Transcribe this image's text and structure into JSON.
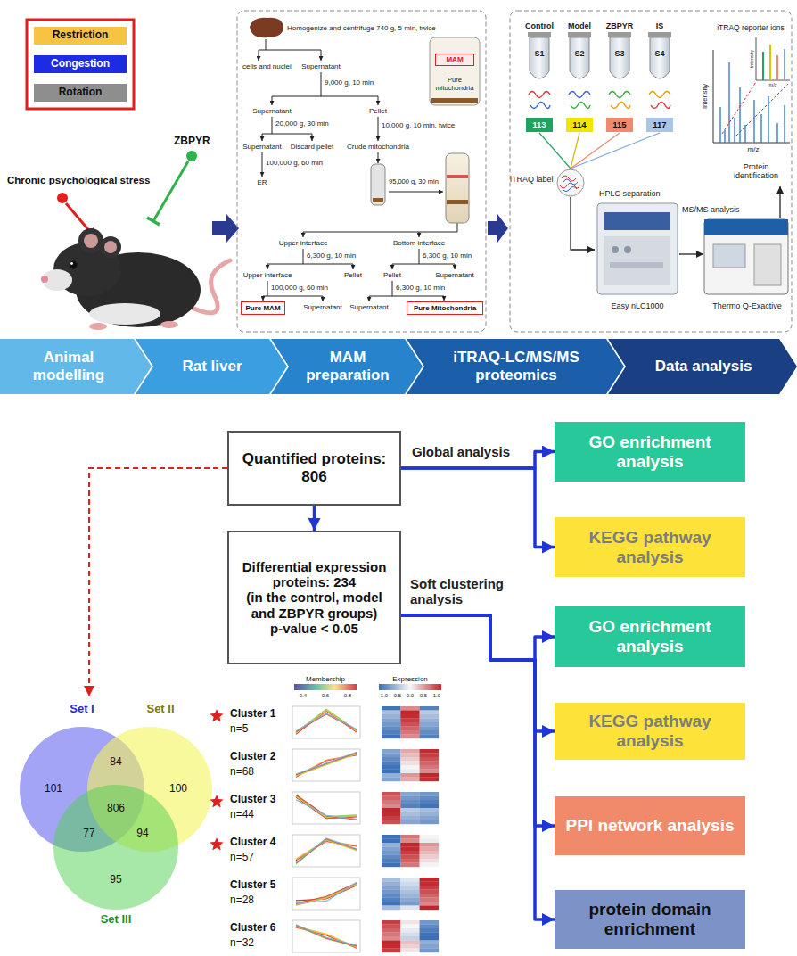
{
  "diagram": {
    "nodes": [
      {
        "text": [
          "Restriction"
        ]
      },
      {
        "text": [
          "Congestion"
        ]
      },
      {
        "text": [
          "Rotation"
        ]
      },
      {
        "text": [
          "MAM"
        ]
      },
      {
        "text": [
          "Pure MAM"
        ]
      },
      {
        "text": [
          "Pure Mitochondria"
        ]
      },
      {
        "text": [
          "113"
        ]
      },
      {
        "text": [
          "114"
        ]
      },
      {
        "text": [
          "115"
        ]
      },
      {
        "text": [
          "117"
        ]
      },
      {
        "text": [
          "Animal modelling"
        ]
      },
      {
        "text": [
          "Rat liver"
        ]
      },
      {
        "text": [
          "MAM preparation"
        ]
      },
      {
        "text": [
          "iTRAQ-LC/MS/MS proteomics"
        ]
      },
      {
        "text": [
          "Data analysis"
        ]
      },
      {
        "text": [
          "Quantified proteins: 806"
        ]
      },
      {
        "text": [
          "GO enrichment analysis"
        ]
      },
      {
        "text": [
          "KEGG pathway analysis"
        ]
      },
      {
        "text": [
          "Differential expression proteins: 234",
          "(in the control, model and ZBPYR groups)",
          "p-value < 0.05"
        ]
      },
      {
        "text": [
          "GO enrichment analysis"
        ]
      },
      {
        "text": [
          "KEGG pathway analysis"
        ]
      },
      {
        "text": [
          "PPI network analysis"
        ]
      },
      {
        "text": [
          "protein domain enrichment"
        ]
      }
    ],
    "edges": [
      {
        "from": 15,
        "to": 18,
        "arrow": "to"
      },
      {
        "from": 15,
        "to": 16,
        "arrow": "to"
      },
      {
        "from": 15,
        "to": 17,
        "arrow": "to"
      },
      {
        "from": 18,
        "to": 19,
        "arrow": "to"
      },
      {
        "from": 18,
        "to": 20,
        "arrow": "to"
      },
      {
        "from": 18,
        "to": 21,
        "arrow": "to"
      },
      {
        "from": 18,
        "to": 22,
        "arrow": "to"
      }
    ],
    "labels": [
      "Chronic psychological stress",
      "ZBPYR",
      "Homogenize and centrifuge 740 g, 5 min, twice",
      "cells and nuclei",
      "Supernatant",
      "9,000 g, 10 min",
      "Supernatant",
      "Pellet",
      "20,000 g, 30 min",
      "10,000 g, 10 min, twice",
      "Supernatant",
      "Discard pellet",
      "Crude mitochondria",
      "100,000 g, 60 min",
      "95,000 g, 30 min",
      "ER",
      "Pure mitochondria",
      "Upper interface",
      "Bottom interface",
      "6,300 g, 10 min",
      "6,300 g, 10 min",
      "Upper interface",
      "Pellet",
      "Pellet",
      "Supernatant",
      "100,000 g, 60 min",
      "6,300 g, 10 min",
      "Supernatant",
      "Supernatant",
      "Control",
      "Model",
      "ZBPYR",
      "IS",
      "S1",
      "S2",
      "S3",
      "S4",
      "iTRAQ label",
      "HPLC separation",
      "Easy nLC1000",
      "MS/MS analysis",
      "Thermo Q-Exactive",
      "Protein identification",
      "iTRAQ reporter ions",
      "Intensity",
      "m/z",
      "Intensity",
      "m/z",
      "Global analysis",
      "Soft clustering analysis",
      "Set I",
      "Set II",
      "Set III",
      "101",
      "84",
      "100",
      "77",
      "806",
      "94",
      "95",
      "Membership",
      "0.4",
      "0.6",
      "0.8",
      "Expression",
      "-1.0",
      "-0.5",
      "0.0",
      "0.5",
      "1.0",
      "Cluster 1",
      "n=5",
      "Cluster 2",
      "n=68",
      "Cluster 3",
      "n=44",
      "Cluster 4",
      "n=57",
      "Cluster 5",
      "n=28",
      "Cluster 6",
      "n=32"
    ]
  }
}
